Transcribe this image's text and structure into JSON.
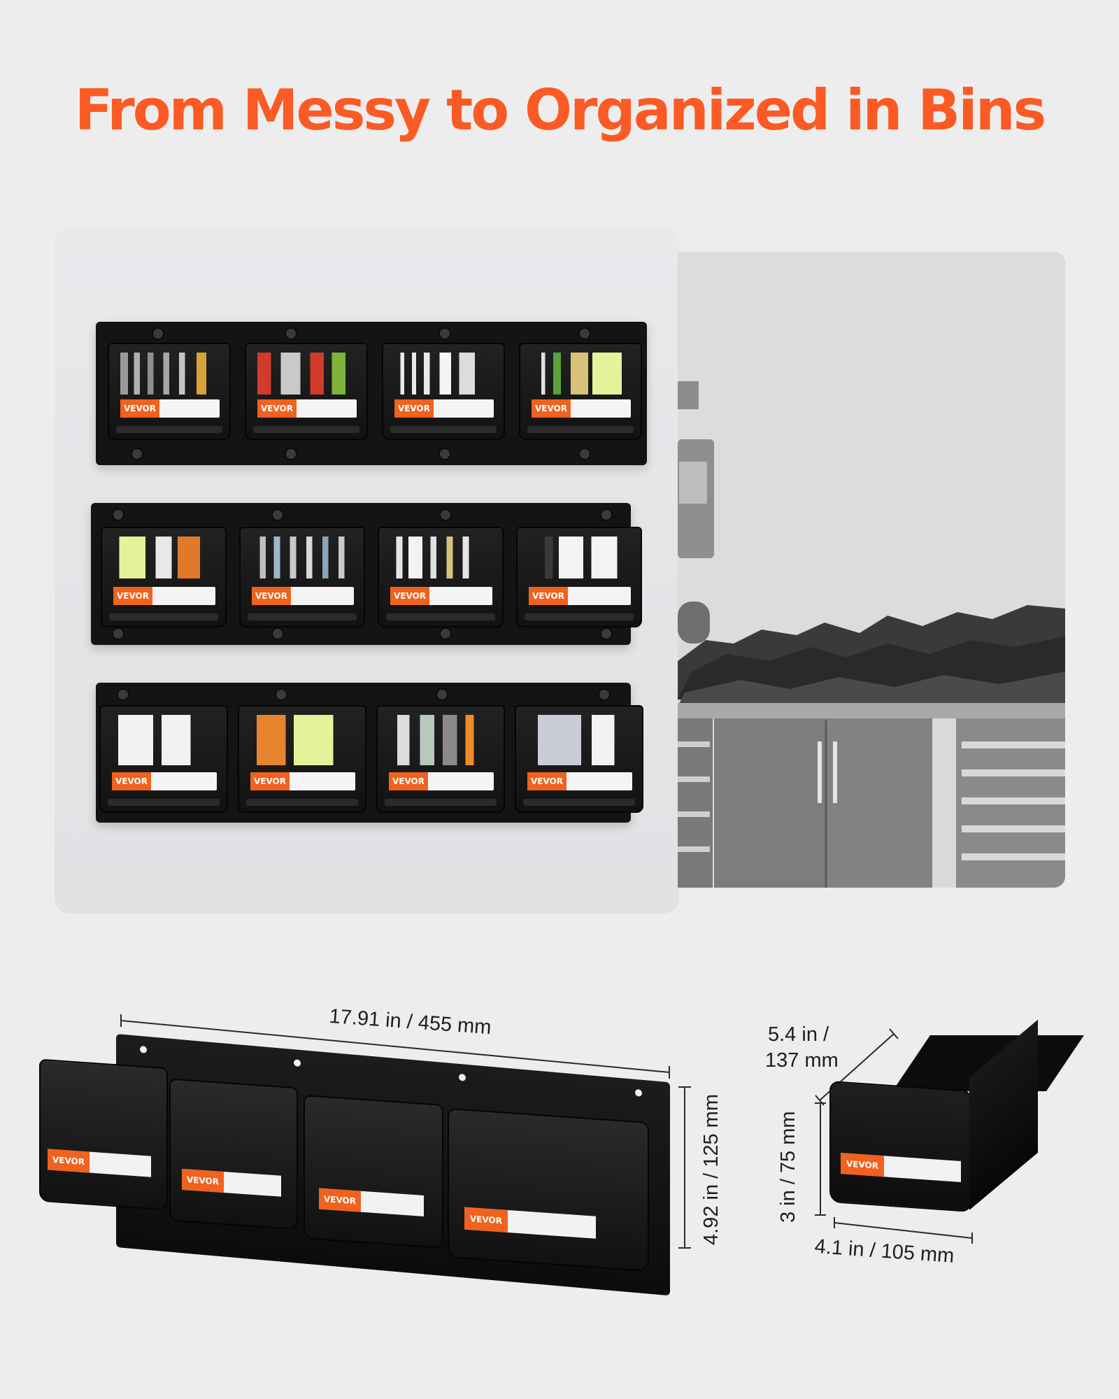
{
  "headline": "From Messy to Organized in Bins",
  "brand_label": "VEVOR",
  "colors": {
    "accent": "#fb5a24",
    "label_orange": "#f0621e",
    "background": "#ededed",
    "bin": "#141414"
  },
  "dimensions": {
    "rack_width": "17.91 in / 455 mm",
    "rack_height": "4.92 in / 125 mm",
    "bin_depth_line1": "5.4 in /",
    "bin_depth_line2": "137 mm",
    "bin_height": "3 in / 75 mm",
    "bin_width": "4.1 in / 105 mm"
  }
}
